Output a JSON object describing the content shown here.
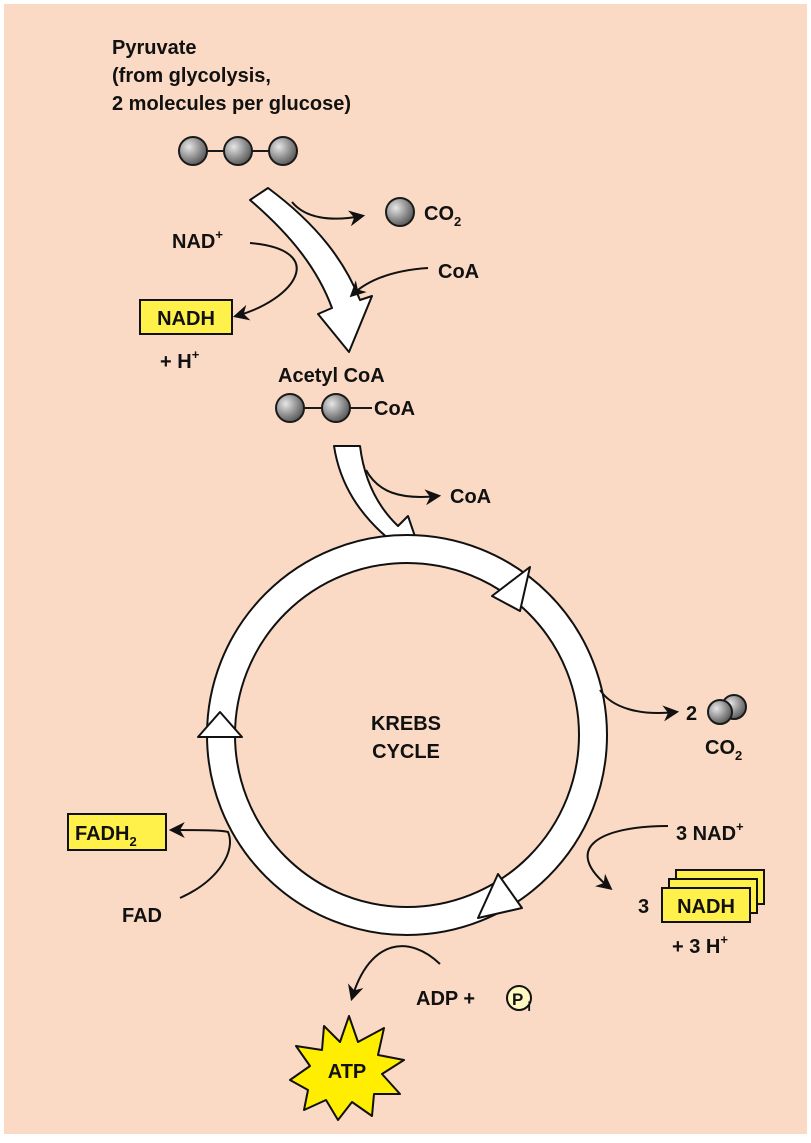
{
  "colors": {
    "background": "#fadac4",
    "frame": "#ffffff",
    "molecule": "#8d8d8d",
    "molecule_stroke": "#1a1a1a",
    "label_box": "#fff04a",
    "starburst": "#ffee00",
    "arrow_fill": "#ffffff",
    "ink": "#111111"
  },
  "pyruvate": {
    "title": "Pyruvate",
    "line2": "(from glycolysis,",
    "line3": "2 molecules per glucose)"
  },
  "co2_top": {
    "base": "CO",
    "sub": "2"
  },
  "nad_plus": {
    "base": "NAD",
    "sup": "+"
  },
  "coa_in": "CoA",
  "nadh_box": "NADH",
  "h_plus": {
    "base": "+ H",
    "sup": "+"
  },
  "acetyl_coa": {
    "title": "Acetyl CoA",
    "tail": "CoA"
  },
  "coa_out": "CoA",
  "krebs": {
    "line1": "KREBS",
    "line2": "CYCLE"
  },
  "co2_right": {
    "count": "2",
    "base": "CO",
    "sub": "2"
  },
  "nad3_plus": {
    "base": "3 NAD",
    "sup": "+"
  },
  "nadh3": {
    "count": "3",
    "label": "NADH"
  },
  "h3_plus": {
    "base": "+ 3 H",
    "sup": "+"
  },
  "fadh2": {
    "base": "FADH",
    "sub": "2"
  },
  "fad": "FAD",
  "adp": {
    "text": "ADP +",
    "p": "P",
    "sub": "i"
  },
  "atp": "ATP",
  "icons": [
    "molecule-icon",
    "starburst-icon",
    "arrow-icon"
  ]
}
